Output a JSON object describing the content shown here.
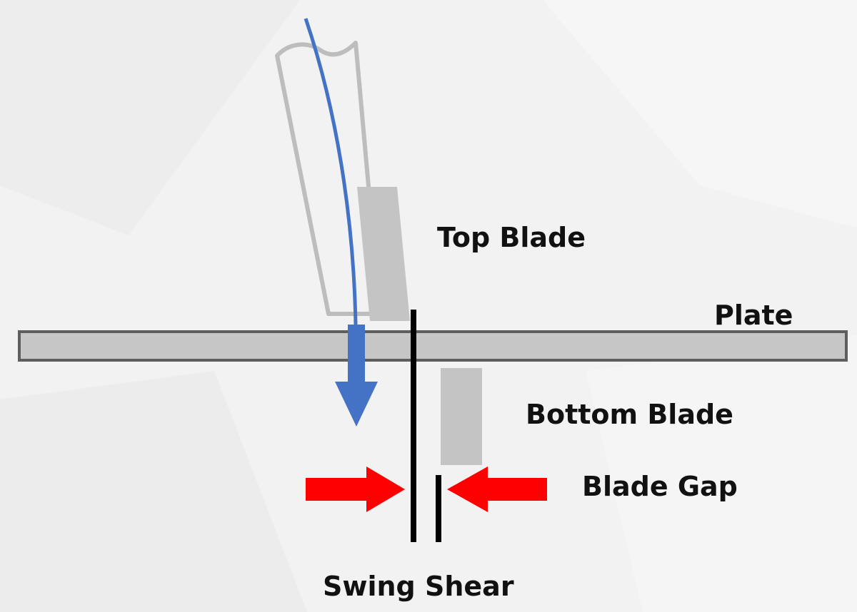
{
  "labels": {
    "top_blade": "Top Blade",
    "plate": "Plate",
    "bottom_blade": "Bottom Blade",
    "blade_gap": "Blade Gap",
    "swing_shear": "Swing Shear"
  },
  "colors": {
    "background": "#f1f1f1",
    "plate_fill": "#c6c6c6",
    "plate_stroke": "#5e5e5e",
    "blade_fill": "#c4c4c4",
    "holder_stroke": "#bdbdbd",
    "motion_arrow": "#4472c4",
    "gap_arrow": "#ff0000",
    "cut_line": "#000000"
  },
  "icons": {
    "motion": "arrow-down-curved",
    "gap_arrows": "arrows-pointing-inward"
  }
}
